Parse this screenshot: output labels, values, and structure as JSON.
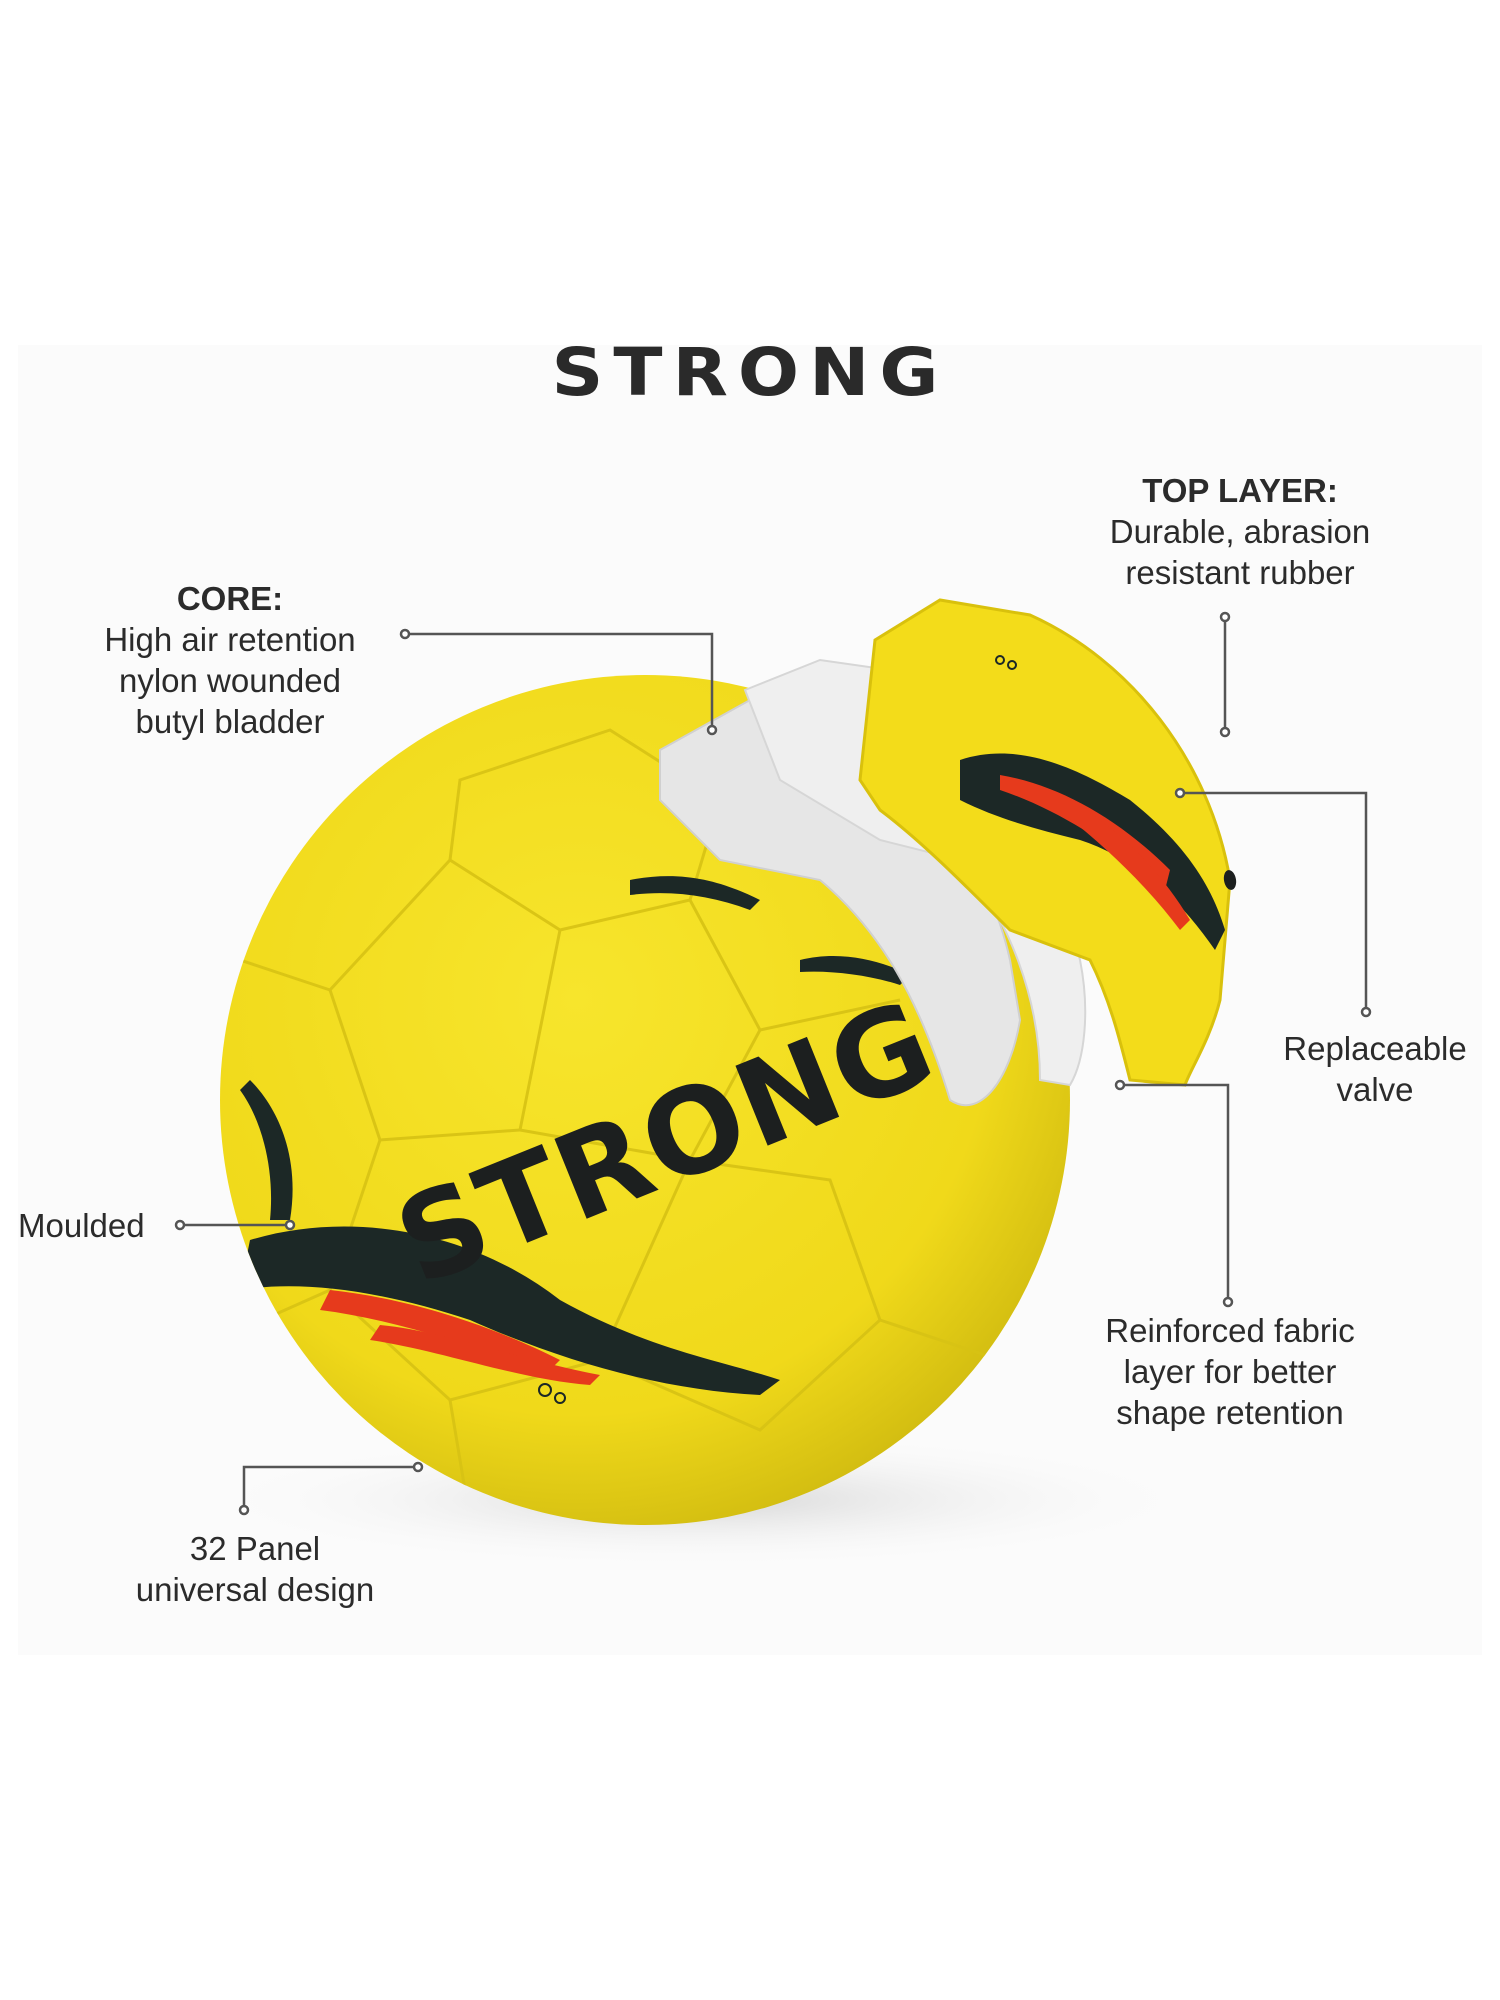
{
  "title": "STRONG",
  "ball": {
    "brand_print": "STRONG",
    "colors": {
      "ball_yellow": "#f2de1c",
      "ball_shadow": "#c9b40e",
      "fabric_white": "#e9e9e9",
      "print_black": "#1c1f1f",
      "print_red": "#e63a1c"
    }
  },
  "callouts": {
    "core": {
      "heading": "CORE:",
      "lines": [
        "High air retention",
        "nylon wounded",
        "butyl bladder"
      ]
    },
    "top_layer": {
      "heading": "TOP LAYER:",
      "lines": [
        "Durable, abrasion",
        "resistant rubber"
      ]
    },
    "replaceable_valve": {
      "lines": [
        "Replaceable",
        "valve"
      ]
    },
    "moulded": {
      "lines": [
        "Moulded"
      ]
    },
    "reinforced_fabric": {
      "lines": [
        "Reinforced fabric",
        "layer for better",
        "shape retention"
      ]
    },
    "panel": {
      "lines": [
        "32 Panel",
        "universal design"
      ]
    }
  }
}
